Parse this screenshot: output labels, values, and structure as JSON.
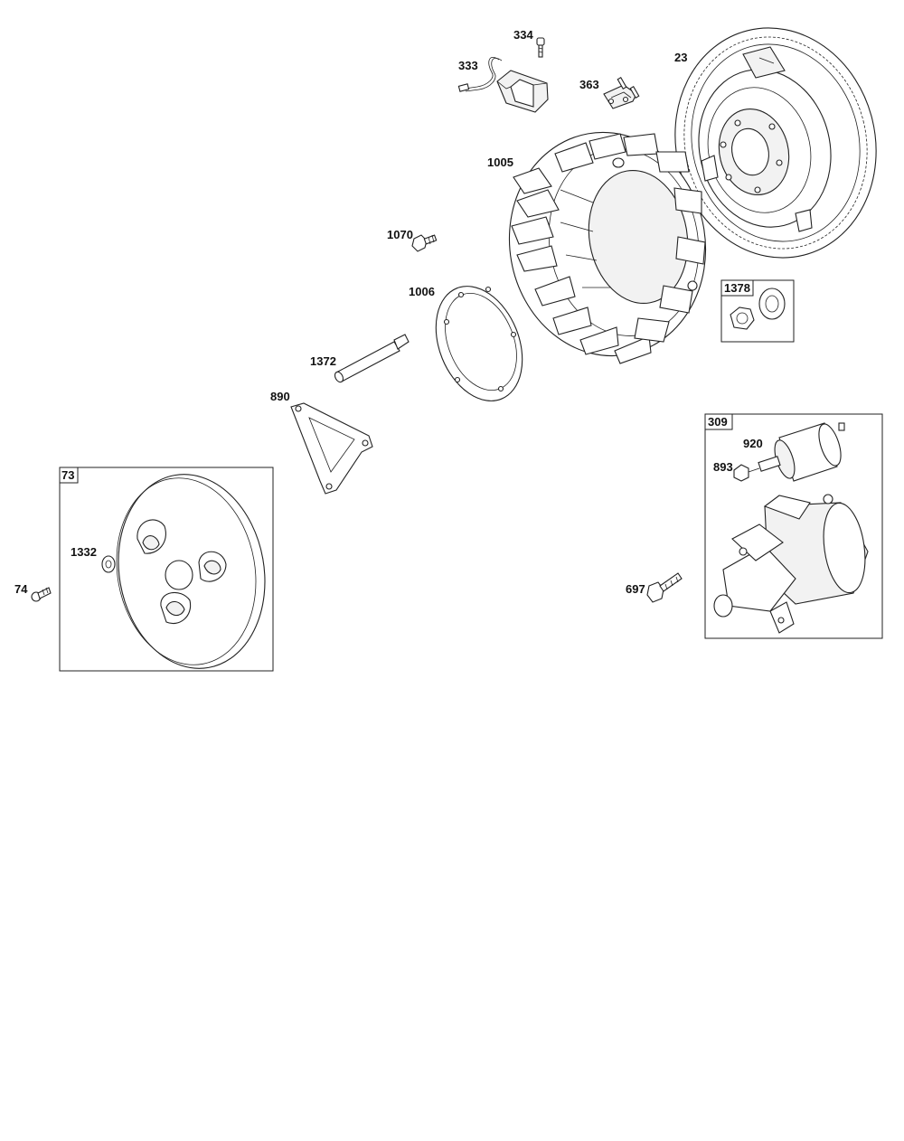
{
  "diagram": {
    "callouts": {
      "c334": "334",
      "c333": "333",
      "c363": "363",
      "c23": "23",
      "c1005": "1005",
      "c1070": "1070",
      "c1006": "1006",
      "c1372": "1372",
      "c890": "890",
      "c1332": "1332",
      "c74": "74",
      "c920": "920",
      "c893": "893",
      "c697": "697"
    },
    "boxes": {
      "b1378": "1378",
      "b309": "309",
      "b73": "73"
    }
  }
}
